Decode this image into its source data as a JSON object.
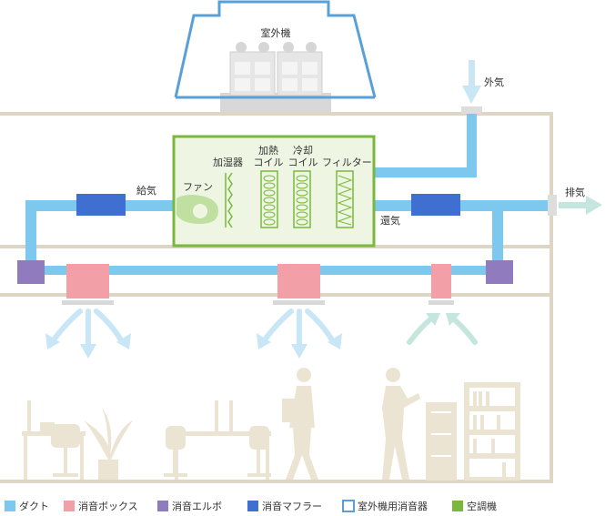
{
  "labels": {
    "outdoor_unit": "室外機",
    "outside_air": "外気",
    "exhaust": "排気",
    "supply_air": "給気",
    "return_air": "還気",
    "fan": "ファン",
    "humidifier": "加湿器",
    "heating_coil_1": "加熱",
    "heating_coil_2": "コイル",
    "cooling_coil_1": "冷却",
    "cooling_coil_2": "コイル",
    "filter": "フィルター"
  },
  "legend": [
    {
      "key": "duct",
      "label": "ダクト",
      "color": "#7cc8ee"
    },
    {
      "key": "silencer-box",
      "label": "消音ボックス",
      "color": "#f29fa8"
    },
    {
      "key": "silencer-elbow",
      "label": "消音エルボ",
      "color": "#8f7bbd"
    },
    {
      "key": "silencer-muffler",
      "label": "消音マフラー",
      "color": "#3f6fd1"
    },
    {
      "key": "outdoor-silencer",
      "label": "室外機用消音器",
      "color": "#5aa0d8"
    },
    {
      "key": "air-conditioner",
      "label": "空調機",
      "color": "#7ab83c"
    }
  ],
  "colors": {
    "building_line": "#ddd6c5",
    "air_arrow": "#c9e6f7",
    "return_arrow": "#c5e6de",
    "exhaust_arrow": "#c5e6de",
    "people_furniture": "#ece4d2"
  }
}
